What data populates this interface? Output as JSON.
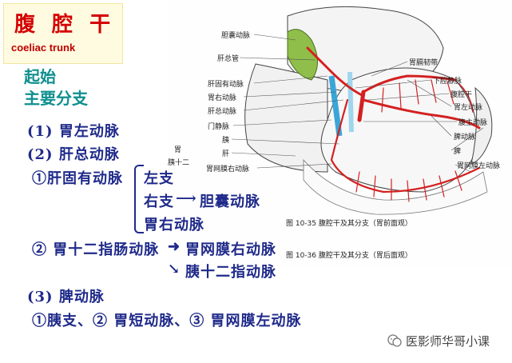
{
  "title": {
    "cn": "腹 腔 干",
    "en": "coeliac trunk"
  },
  "sections": {
    "origin": "起始",
    "branches": "主要分支"
  },
  "items": {
    "l1": "(1) 胃左动脉",
    "l2": "(2) 肝总动脉",
    "l3": "①肝固有动脉",
    "b1": "左支",
    "b2": "右支",
    "b2_arrow": "⟶",
    "b2_target": "胆囊动脉",
    "b3": "胃右动脉",
    "l4a": "② 胃十二指肠动脉",
    "l4_arrow": "➜",
    "l4b": "胃网膜右动脉",
    "l5_arrow": "↘",
    "l5": "胰十二指动脉",
    "l6": "(3) 脾动脉",
    "l7": "①胰支、② 胃短动脉、③ 胃网膜左动脉"
  },
  "figure": {
    "left_labels": [
      "胆囊动脉",
      "肝总管",
      "肝固有动脉",
      "胃右动脉",
      "肝总动脉",
      "门静脉",
      "胰",
      "肝",
      "胃网膜右动脉"
    ],
    "right_labels": [
      "胃膈韧带",
      "下腔静脉",
      "腹腔干",
      "胃左动脉",
      "腹主动脉",
      "脾动脉",
      "脾",
      "胃网膜左动脉"
    ],
    "small_labels": [
      "胃",
      "胰十二"
    ],
    "caption1": "图 10-35  腹腔干及其分支（胃前面观）",
    "caption2": "图 10-36  腹腔干及其分支（胃后面观）"
  },
  "watermark": "医影师华哥小课",
  "colors": {
    "title_red": "#d40000",
    "teal": "#0f8f8f",
    "navy": "#1f2a8a",
    "artery": "#d42020",
    "vein": "#3aa6d8",
    "gall": "#8fbf4a"
  }
}
